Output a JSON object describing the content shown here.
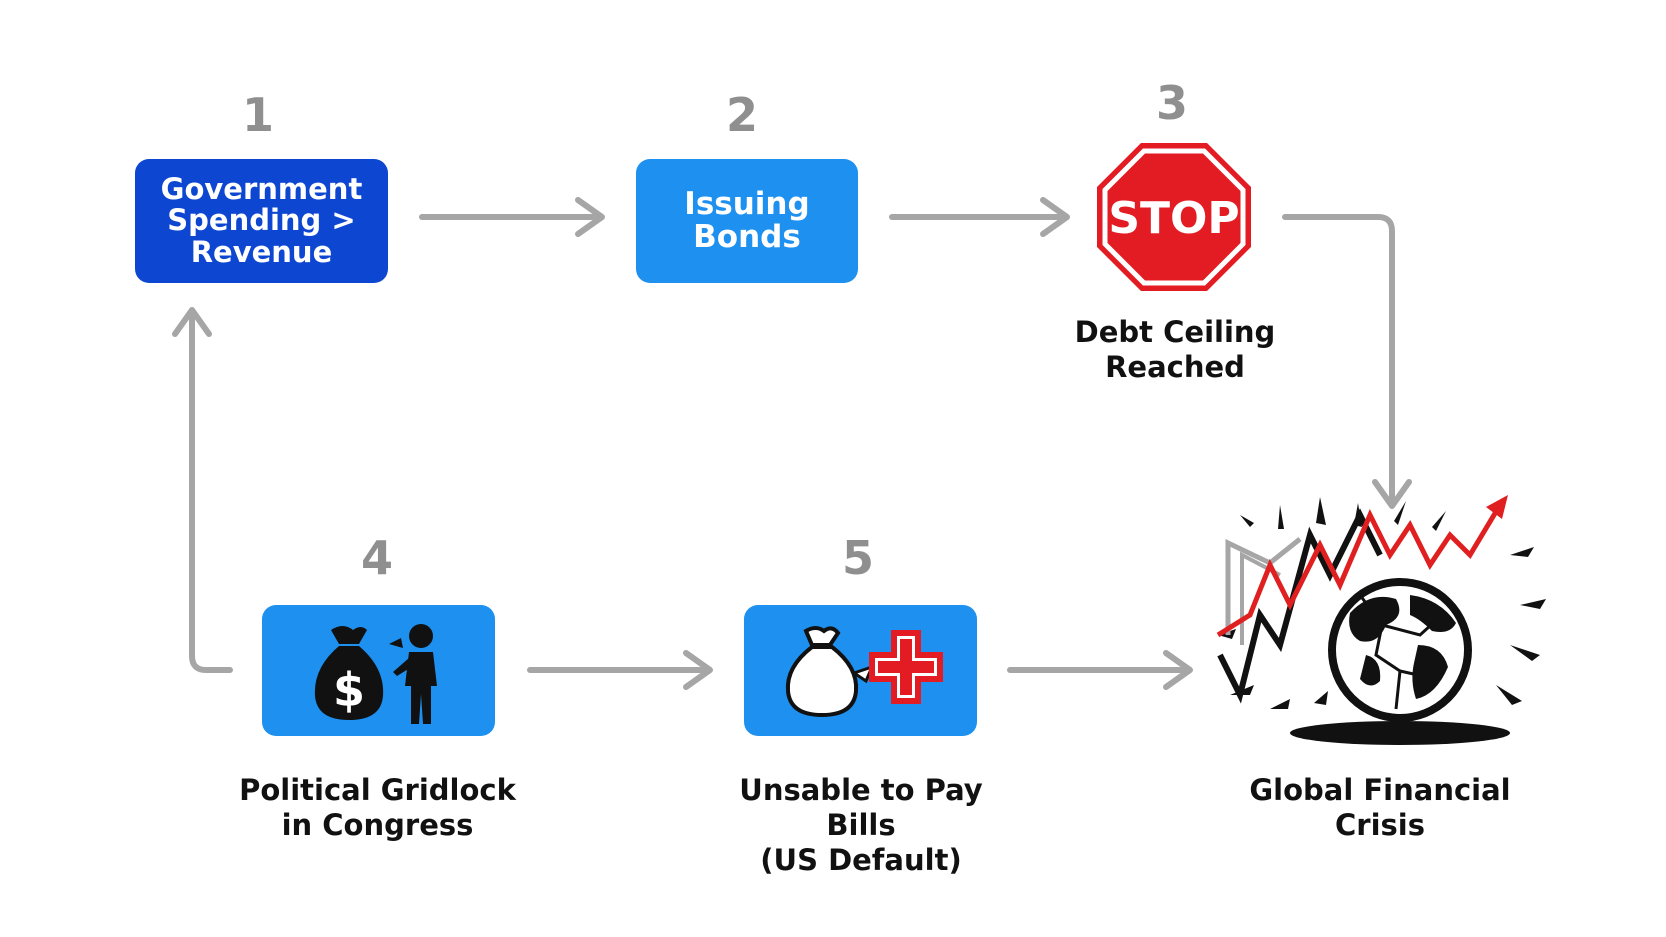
{
  "colors": {
    "dark_blue": "#0d47d1",
    "light_blue": "#1e90f0",
    "stop_red": "#e31b23",
    "arrow_gray": "#a6a6a6",
    "number_gray": "#8f8f8f",
    "crisis_red": "#e02020"
  },
  "steps": [
    {
      "number": "1",
      "label": "Government\nSpending >\nRevenue"
    },
    {
      "number": "2",
      "label": "Issuing\nBonds"
    },
    {
      "number": "3",
      "sign_text": "STOP",
      "caption": "Debt Ceiling\nReached"
    },
    {
      "number": "4",
      "caption": "Political Gridlock\nin Congress",
      "icon": "money-bag-person-icon"
    },
    {
      "number": "5",
      "caption": "Unsable to Pay Bills\n(US Default)",
      "icon": "money-bag-red-cross-icon"
    }
  ],
  "outcome": {
    "caption": "Global Financial\nCrisis",
    "icon": "shattered-globe-chart-icon"
  }
}
